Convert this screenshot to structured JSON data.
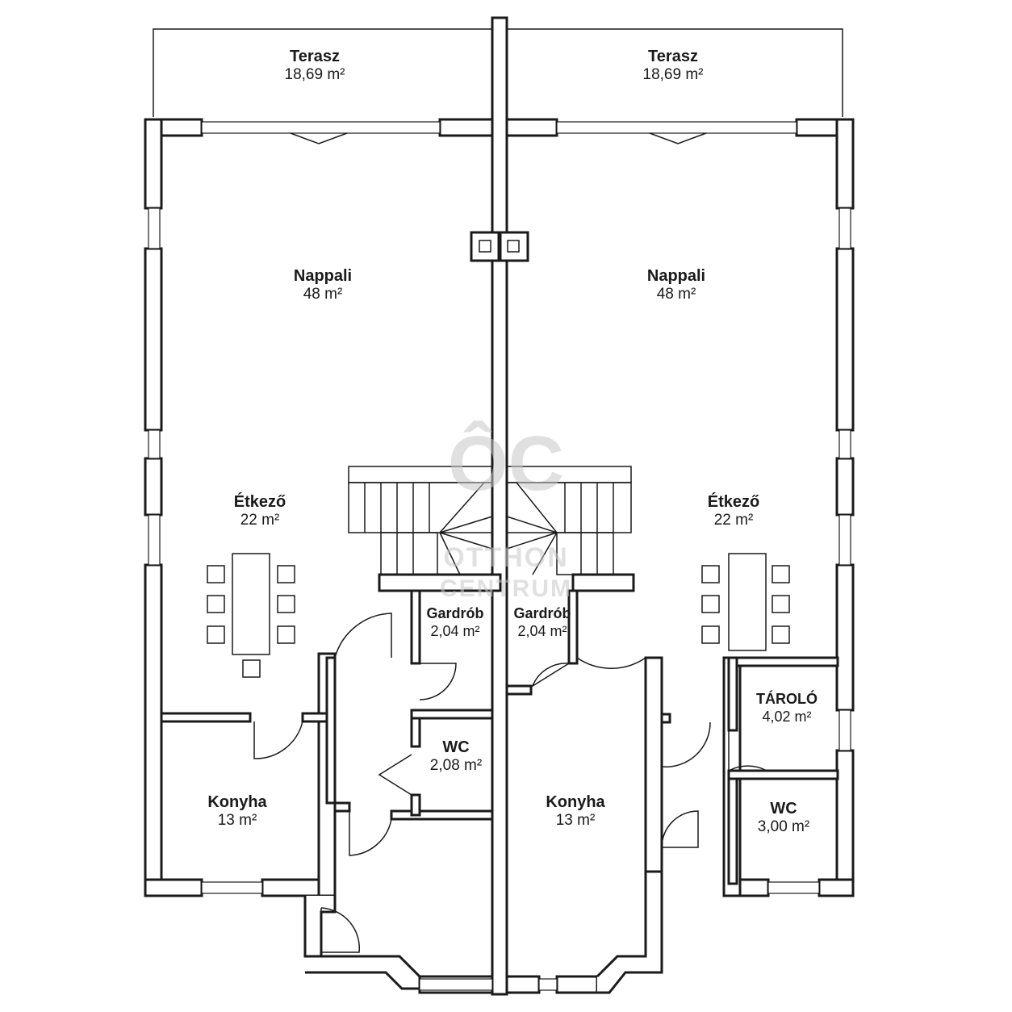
{
  "rooms": {
    "left_terasz": {
      "name": "Terasz",
      "area": "18,69 m²"
    },
    "right_terasz": {
      "name": "Terasz",
      "area": "18,69 m²"
    },
    "left_nappali": {
      "name": "Nappali",
      "area": "48 m²"
    },
    "right_nappali": {
      "name": "Nappali",
      "area": "48 m²"
    },
    "left_etkezo": {
      "name": "Étkező",
      "area": "22 m²"
    },
    "right_etkezo": {
      "name": "Étkező",
      "area": "22 m²"
    },
    "left_gardrob": {
      "name": "Gardrób",
      "area": "2,04 m²"
    },
    "right_gardrob": {
      "name": "Gardrób",
      "area": "2,04 m²"
    },
    "left_wc": {
      "name": "WC",
      "area": "2,08 m²"
    },
    "right_taroloo": {
      "name": "TÁROLÓ",
      "area": "4,02 m²"
    },
    "right_wc": {
      "name": "WC",
      "area": "3,00 m²"
    },
    "left_konyha": {
      "name": "Konyha",
      "area": "13 m²"
    },
    "right_konyha": {
      "name": "Konyha",
      "area": "13 m²"
    }
  },
  "watermark": {
    "logo": "ÔC",
    "line1": "OTTHON",
    "line2": "CENTRUM"
  }
}
